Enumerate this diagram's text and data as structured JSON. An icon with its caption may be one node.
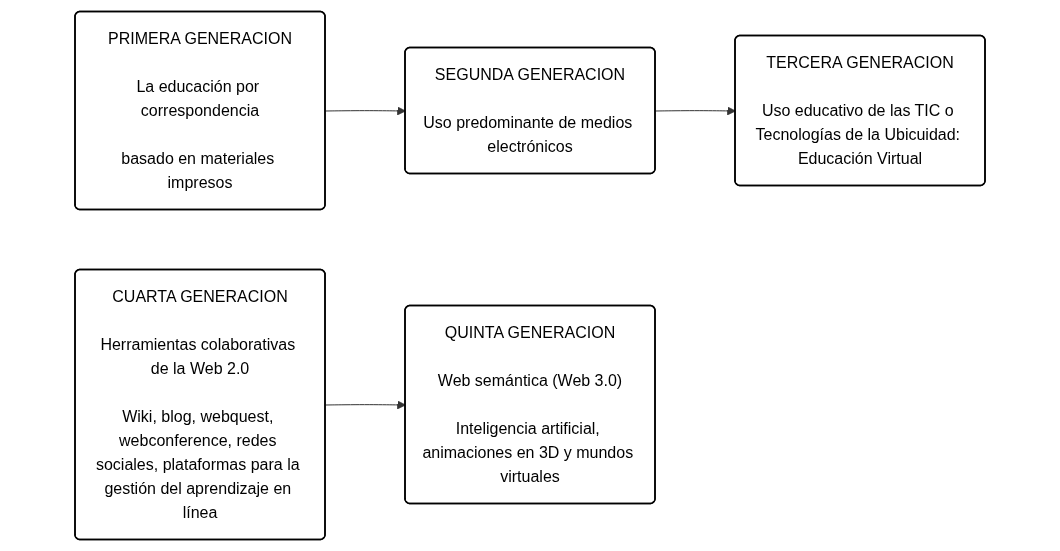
{
  "diagram": {
    "nodes": [
      {
        "text": [
          "PRIMERA GENERACION",
          "La educación por correspondencia",
          "basado en materiales impresos"
        ]
      },
      {
        "text": [
          "SEGUNDA GENERACION",
          "Uso predominante de medios electrónicos"
        ]
      },
      {
        "text": [
          "TERCERA GENERACION",
          "Uso educativo de las TIC o Tecnologías de la Ubicuidad: Educación Virtual"
        ]
      },
      {
        "text": [
          "CUARTA GENERACION",
          "Herramientas colaborativas de la Web 2.0",
          "Wiki, blog, webquest, webconference, redes sociales, plataformas para la gestión del aprendizaje en línea"
        ]
      },
      {
        "text": [
          "QUINTA GENERACION",
          "Web semántica (Web 3.0)",
          "Inteligencia artificial, animaciones en 3D y mundos virtuales"
        ]
      }
    ],
    "edges": [
      {
        "from": 0,
        "to": 1,
        "arrow": "to"
      },
      {
        "from": 1,
        "to": 2,
        "arrow": "to"
      },
      {
        "from": 3,
        "to": 4,
        "arrow": "to"
      }
    ]
  }
}
